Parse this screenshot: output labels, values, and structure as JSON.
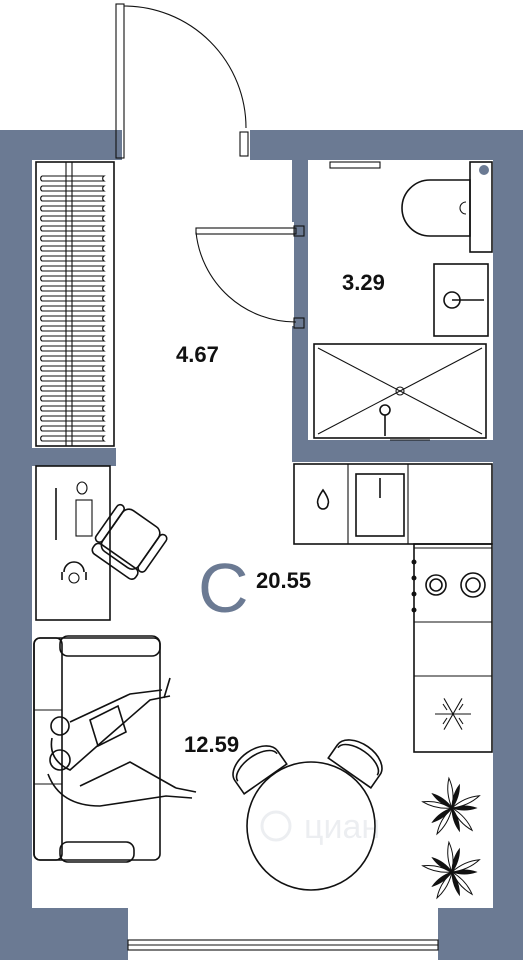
{
  "plan": {
    "type": "studio apartment floor plan",
    "class_letter": "С",
    "total_area": "20.55",
    "rooms": [
      {
        "id": "hallway",
        "area": "4.67"
      },
      {
        "id": "bathroom",
        "area": "3.29"
      },
      {
        "id": "living-room",
        "area": "12.59"
      }
    ],
    "watermark": "циан",
    "colors": {
      "wall": "#6b7a93",
      "floor": "#ffffff",
      "line": "#111111",
      "accent": "#6b7a93"
    },
    "icons": [
      "wardrobe-icon",
      "door-icon",
      "toilet-icon",
      "sink-icon",
      "shower-icon",
      "kitchen-sink-icon",
      "stove-icon",
      "fridge-icon",
      "desk-icon",
      "office-chair-icon",
      "sofa-icon",
      "person-icon",
      "dining-table-icon",
      "plant-icon",
      "window-icon"
    ]
  }
}
